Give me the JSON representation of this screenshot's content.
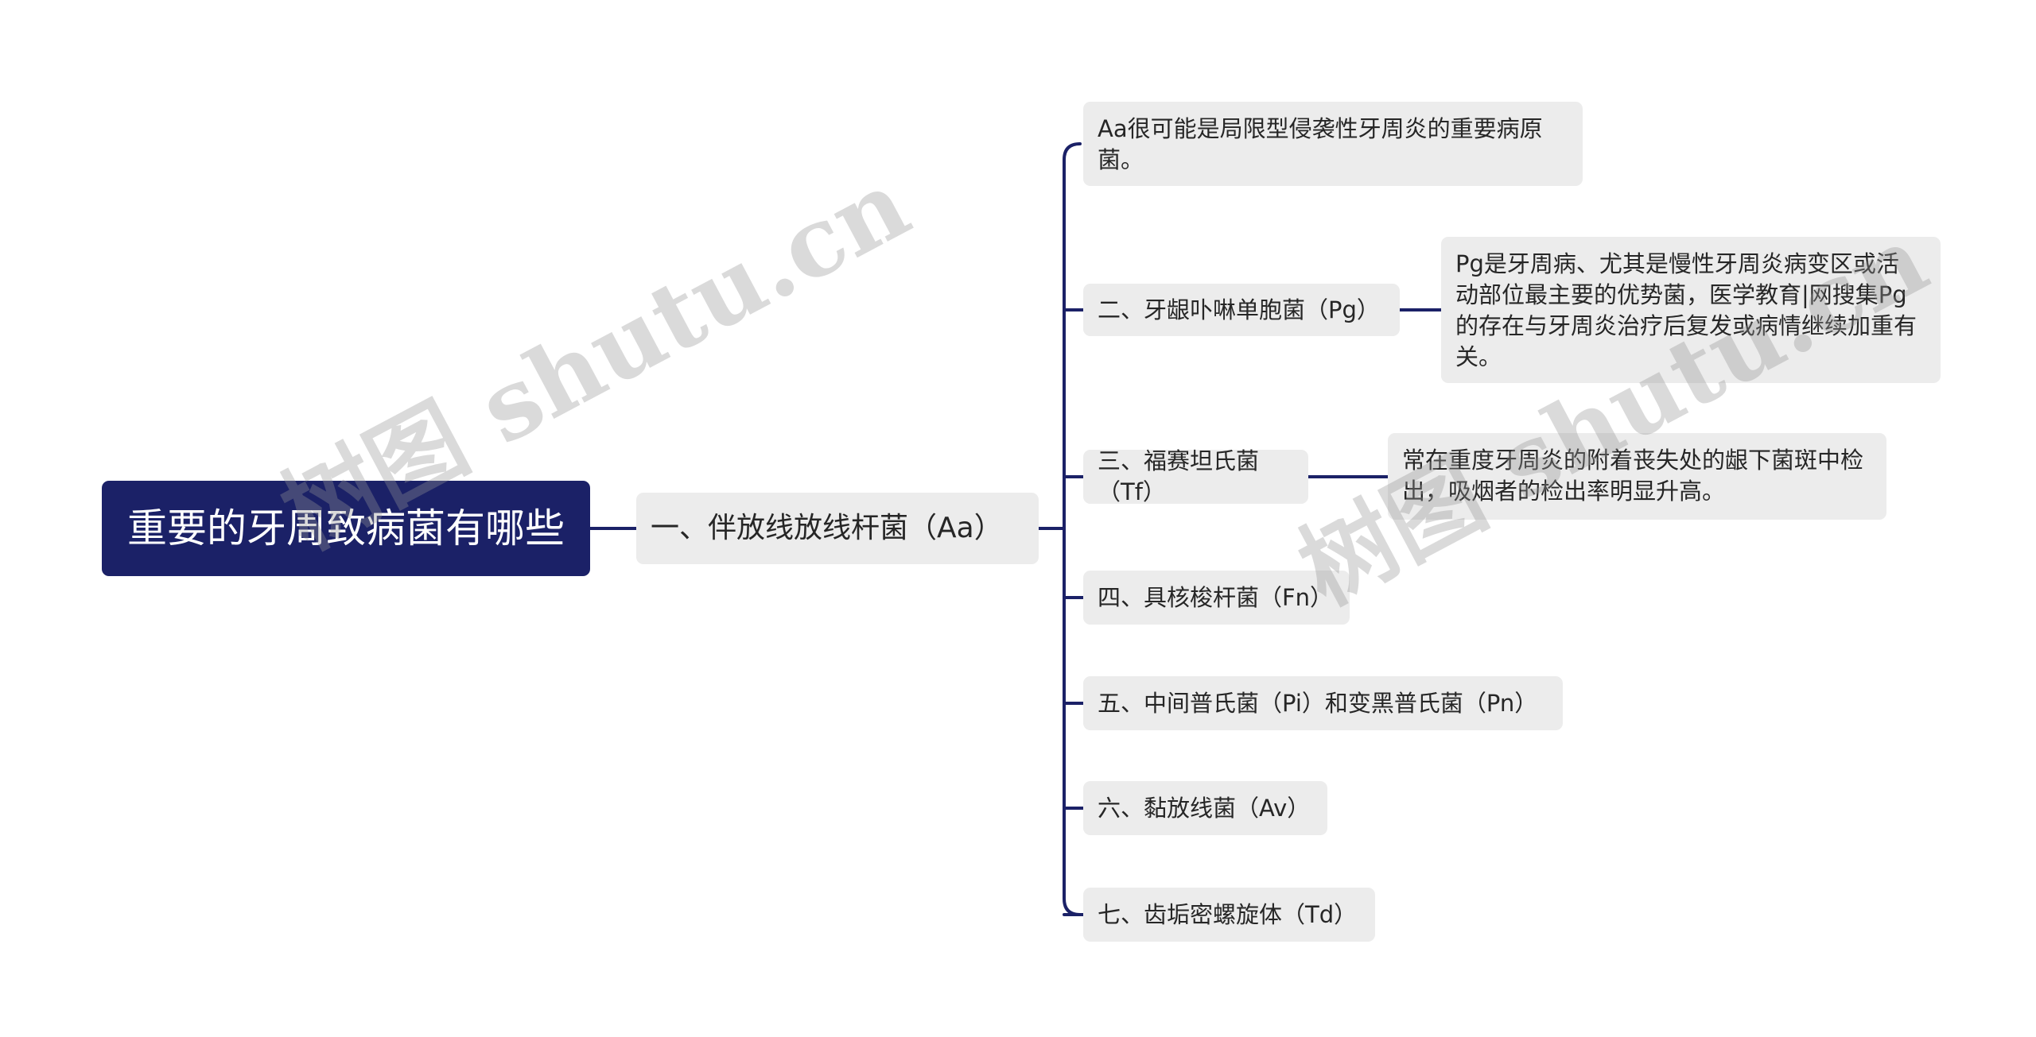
{
  "root": {
    "label": "重要的牙周致病菌有哪些"
  },
  "main_branch": {
    "label": "一、伴放线放线杆菌（Aa）"
  },
  "children": [
    {
      "label": "Aa很可能是局限型侵袭性牙周炎的重要病原\n菌。"
    },
    {
      "label": "二、牙龈卟啉单胞菌（Pg）"
    },
    {
      "label": "三、福赛坦氏菌（Tf）"
    },
    {
      "label": "四、具核梭杆菌（Fn）"
    },
    {
      "label": "五、中间普氏菌（Pi）和变黑普氏菌（Pn）"
    },
    {
      "label": "六、黏放线菌（Av）"
    },
    {
      "label": "七、齿垢密螺旋体（Td）"
    }
  ],
  "details": {
    "pg": "Pg是牙周病、尤其是慢性牙周炎病变区或活\n动部位最主要的优势菌，医学教育|网搜集Pg\n的存在与牙周炎治疗后复发或病情继续加重有\n关。",
    "tf": "常在重度牙周炎的附着丧失处的龈下菌斑中检\n出，吸烟者的检出率明显升高。"
  },
  "watermark": {
    "text1": "树图 shutu.cn",
    "text2": "树图 shutu.cn"
  },
  "colors": {
    "line": "#1b2167",
    "root_bg": "#1b2167",
    "node_bg": "#ececec"
  }
}
